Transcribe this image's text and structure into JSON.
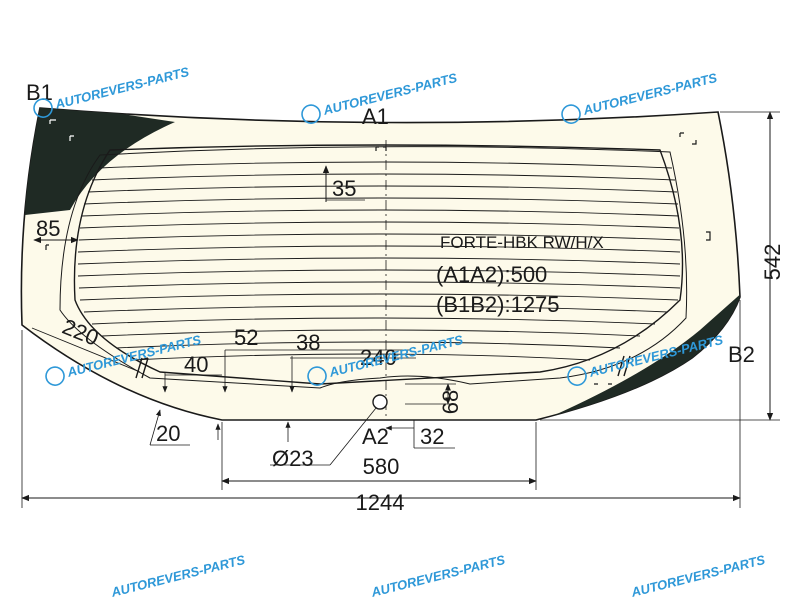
{
  "model": "FORTE-HBK RW/H/X",
  "diagonals": {
    "a1a2": "(A1A2):500",
    "b1b2": "(B1B2):1275"
  },
  "points": {
    "a1": "A1",
    "a2": "A2",
    "b1": "B1",
    "b2": "B2"
  },
  "dimensions": {
    "overall_width": "1244",
    "height": "542",
    "bottom_flat": "580",
    "top_offset": "35",
    "side_offset": "85",
    "corner_220": "220",
    "d52": "52",
    "d38": "38",
    "d40": "40",
    "d240": "240",
    "d68": "68",
    "d32": "32",
    "d20": "20",
    "hole": "Ø23"
  },
  "watermark": "AUTOREVERS-PARTS",
  "colors": {
    "line": "#1a1a1a",
    "glass": "#fdfaea",
    "tint": "#1f2a24",
    "watermark": "#2e98d8"
  }
}
